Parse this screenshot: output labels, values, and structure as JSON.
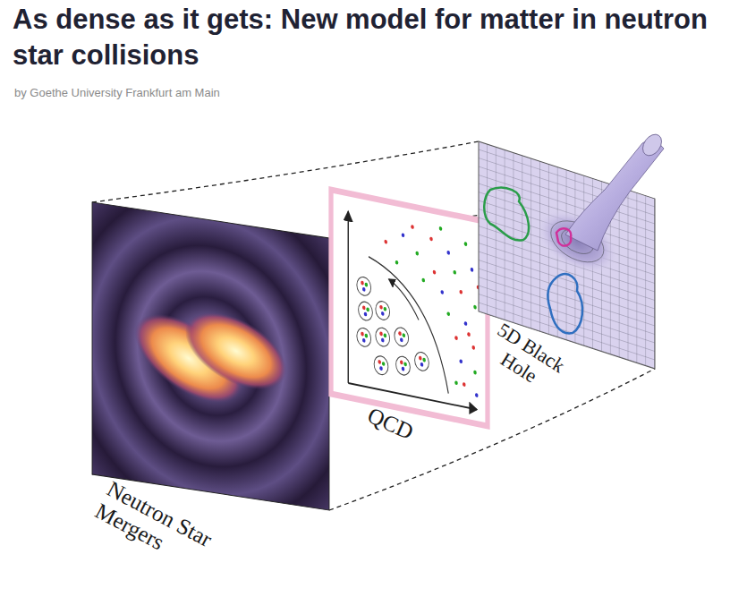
{
  "diagram": {
    "title": "As dense as it gets: New model for matter in neutron star collisions",
    "labels": [
      "by Goethe University Frankfurt am Main",
      "Neutron Star Mergers",
      "QCD",
      "5D Black Hole"
    ]
  }
}
